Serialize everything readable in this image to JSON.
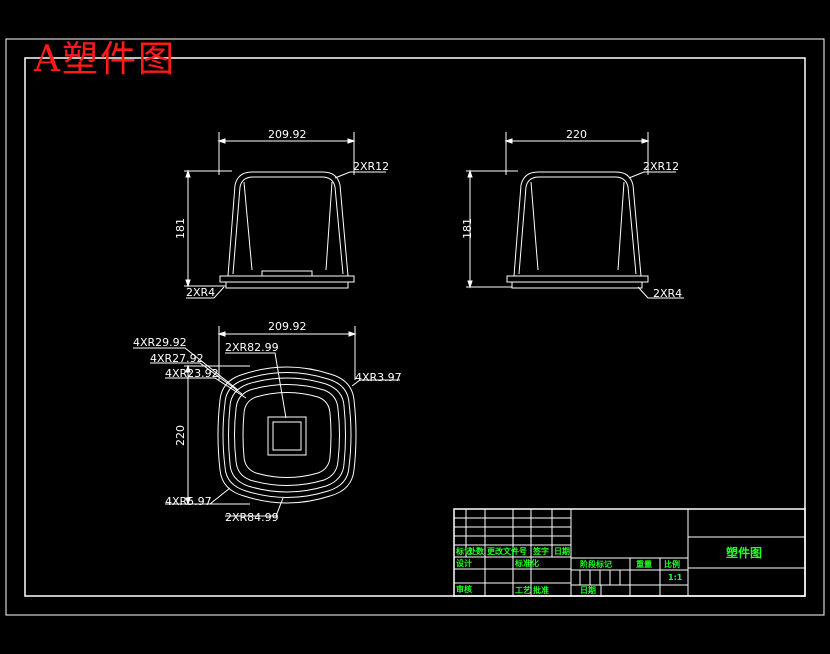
{
  "drawing": {
    "title": "A塑件图",
    "views": {
      "front": {
        "width_dim": "209.92",
        "height_dim": "181",
        "top_radius": "2XR12",
        "bottom_radius": "2XR4"
      },
      "side": {
        "width_dim": "220",
        "height_dim": "181",
        "top_radius": "2XR12",
        "bottom_radius": "2XR4"
      },
      "top": {
        "width_dim": "209.92",
        "height_dim": "220",
        "radius_1": "4XR29.92",
        "radius_2": "4XR27.92",
        "radius_3": "4XR23.92",
        "radius_4": "2XR82.99",
        "radius_5": "4XR3.97",
        "radius_6": "4XR5.97",
        "radius_7": "2XR84.99"
      }
    },
    "title_block": {
      "part_name": "塑件图",
      "scale": "1:1",
      "cells": [
        "标记",
        "处数",
        "更改文件号",
        "签字",
        "日期",
        "设计",
        "标准化",
        "阶段标记",
        "重量",
        "比例",
        "审核",
        "工艺",
        "批准",
        "日期"
      ]
    }
  }
}
